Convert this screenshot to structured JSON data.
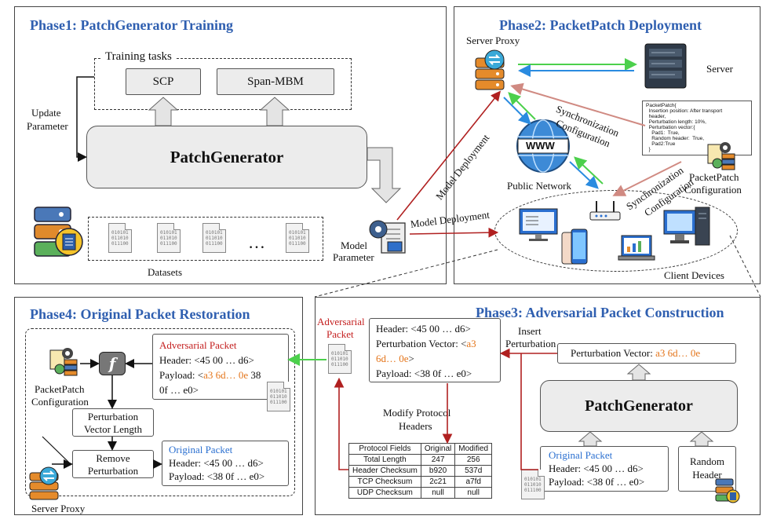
{
  "phase1": {
    "title": "Phase1: PatchGenerator Training",
    "training_tasks": "Training tasks",
    "task1": "SCP",
    "task2": "Span-MBM",
    "update_param": [
      "Update",
      "Parameter"
    ],
    "generator": "PatchGenerator",
    "datasets": "Datasets",
    "ellipsis": "…",
    "doc_bits": [
      "010101",
      "011010",
      "011100"
    ]
  },
  "phase2": {
    "title": "Phase2: PacketPatch Deployment",
    "server_proxy": "Server Proxy",
    "server": "Server",
    "public_network": "Public Network",
    "www": "WWW",
    "sync_config_a": [
      "Synchronization",
      "Configuration"
    ],
    "sync_config_b": [
      "Synchronization",
      "Configuration"
    ],
    "packetpatch_config": [
      "PacketPatch",
      "Configuration"
    ],
    "client_devices": "Client Devices",
    "model_deployment_1": "Model Deployment",
    "model_deployment_2": "Model Deployment",
    "model_parameter": [
      "Model",
      "Parameter"
    ],
    "config_code": [
      "PacketPatch{",
      "  Insertion position: After transport",
      "  header,",
      "  Perturbation length: 10%,",
      "  Perturbation vector:{",
      "    Pad1:  True,",
      "    Random header:  True,",
      "    Pad2:True",
      "  }",
      "}"
    ]
  },
  "phase3": {
    "title": "Phase3: Adversarial Packet Construction",
    "adv_label": [
      "Adversarial",
      "Packet"
    ],
    "header": "Header: <45 00 … d6>",
    "perturb_prefix": "Perturbation Vector: <",
    "perturb_val1": "a3",
    "perturb_val2": "6d… 0e",
    "perturb_suffix": ">",
    "payload": "Payload: <38 0f … e0>",
    "insert": [
      "Insert",
      "Perturbation"
    ],
    "pv_label": "Perturbation Vector: ",
    "pv_value": "a3 6d… 0e",
    "generator": "PatchGenerator",
    "modify": [
      "Modify  Protocol",
      "Headers"
    ],
    "orig_title": "Original Packet",
    "orig_header": "Header: <45 00 … d6>",
    "orig_payload": "Payload: <38 0f … e0>",
    "random_header": [
      "Random",
      "Header"
    ],
    "table": {
      "headers": [
        "Protocol Fields",
        "Original",
        "Modified"
      ],
      "rows": [
        [
          "Total Length",
          "247",
          "256"
        ],
        [
          "Header Checksum",
          "b920",
          "537d"
        ],
        [
          "TCP Checksum",
          "2c21",
          "a7fd"
        ],
        [
          "UDP Checksum",
          "null",
          "null"
        ]
      ]
    }
  },
  "phase4": {
    "title": "Phase4: Original Packet Restoration",
    "adv_title": "Adversarial Packet",
    "header": "Header: <45 00 … d6>",
    "payload_prefix": "Payload: <",
    "payload_val": "a3 6d… 0e",
    "payload_suffix": " 38",
    "payload_line2": "0f … e0>",
    "func": "f",
    "packetpatch_config": [
      "PacketPatch",
      "Configuration"
    ],
    "pv_length": [
      "Perturbation",
      "Vector Length"
    ],
    "remove": [
      "Remove",
      "Perturbation"
    ],
    "orig_title": "Original Packet",
    "orig_header": "Header: <45 00 … d6>",
    "orig_payload": "Payload: <38 0f … e0>",
    "server_proxy": "Server Proxy"
  },
  "colors": {
    "title": "#2f5fb0",
    "red": "#c42020",
    "blue": "#2a6fd0",
    "orange": "#e4751b",
    "green": "#4cd04c"
  }
}
